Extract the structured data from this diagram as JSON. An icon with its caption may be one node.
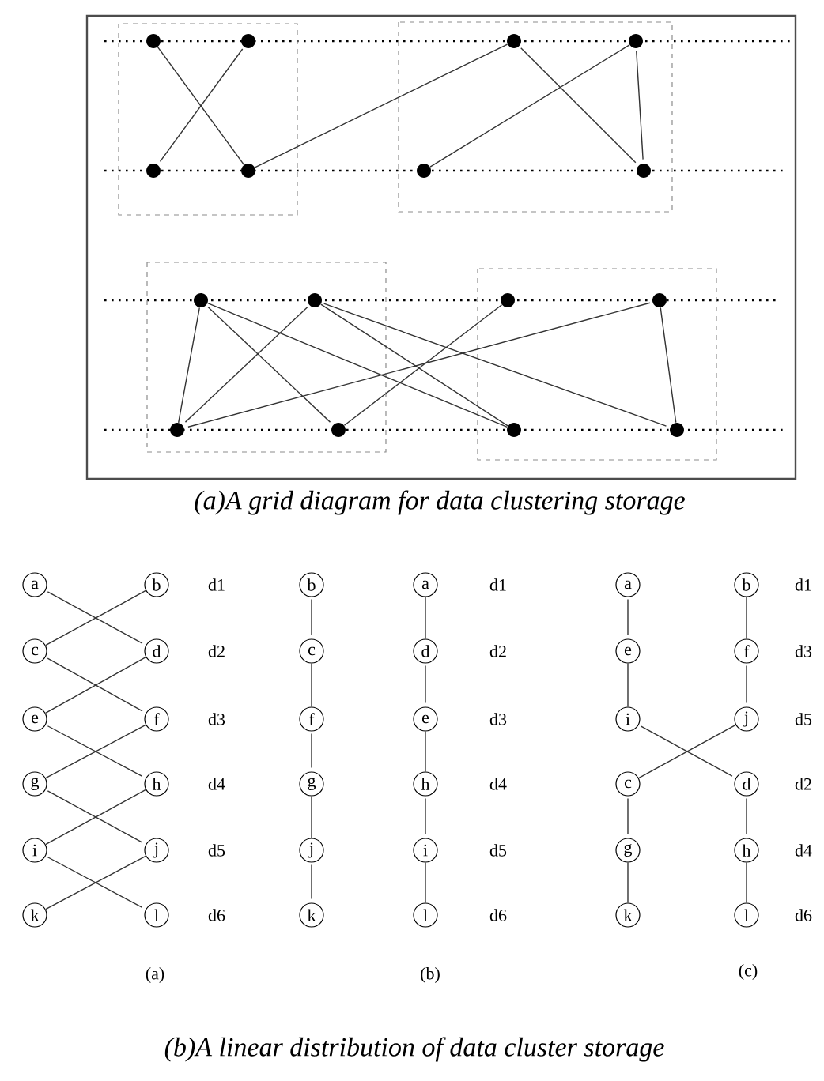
{
  "diagram": {
    "caption": "(b)A linear distribution of data cluster storage",
    "nodes": [
      {
        "text": [],
        "shape": "circle"
      },
      {
        "text": [],
        "shape": "circle"
      },
      {
        "text": [],
        "shape": "circle"
      },
      {
        "text": [],
        "shape": "circle"
      },
      {
        "text": [],
        "shape": "circle"
      },
      {
        "text": [],
        "shape": "circle"
      },
      {
        "text": [],
        "shape": "circle"
      },
      {
        "text": [],
        "shape": "circle"
      },
      {
        "text": [],
        "shape": "circle"
      },
      {
        "text": [],
        "shape": "circle"
      },
      {
        "text": [],
        "shape": "circle"
      },
      {
        "text": [],
        "shape": "circle"
      },
      {
        "text": [],
        "shape": "circle"
      },
      {
        "text": [],
        "shape": "circle"
      },
      {
        "text": [],
        "shape": "circle"
      },
      {
        "text": [],
        "shape": "circle"
      },
      {
        "text": [
          "a"
        ]
      },
      {
        "text": [
          "b"
        ]
      },
      {
        "text": [
          "c"
        ]
      },
      {
        "text": [
          "d"
        ]
      },
      {
        "text": [
          "e"
        ]
      },
      {
        "text": [
          "f"
        ]
      },
      {
        "text": [
          "g"
        ]
      },
      {
        "text": [
          "h"
        ]
      },
      {
        "text": [
          "i"
        ]
      },
      {
        "text": [
          "j"
        ]
      },
      {
        "text": [
          "k"
        ]
      },
      {
        "text": [
          "l"
        ]
      },
      {
        "text": [
          "b"
        ]
      },
      {
        "text": [
          "a"
        ]
      },
      {
        "text": [
          "c"
        ]
      },
      {
        "text": [
          "d"
        ]
      },
      {
        "text": [
          "f"
        ]
      },
      {
        "text": [
          "e"
        ]
      },
      {
        "text": [
          "g"
        ]
      },
      {
        "text": [
          "h"
        ]
      },
      {
        "text": [
          "j"
        ]
      },
      {
        "text": [
          "i"
        ]
      },
      {
        "text": [
          "k"
        ]
      },
      {
        "text": [
          "l"
        ]
      },
      {
        "text": [
          "a"
        ]
      },
      {
        "text": [
          "b"
        ]
      },
      {
        "text": [
          "e"
        ]
      },
      {
        "text": [
          "f"
        ]
      },
      {
        "text": [
          "i"
        ]
      },
      {
        "text": [
          "j"
        ]
      },
      {
        "text": [
          "c"
        ]
      },
      {
        "text": [
          "d"
        ]
      },
      {
        "text": [
          "g"
        ]
      },
      {
        "text": [
          "h"
        ]
      },
      {
        "text": [
          "k"
        ]
      },
      {
        "text": [
          "l"
        ]
      }
    ],
    "edges": [
      {
        "from": 0,
        "to": 5,
        "arrow": "none"
      },
      {
        "from": 1,
        "to": 4,
        "arrow": "none"
      },
      {
        "from": 5,
        "to": 2,
        "arrow": "none"
      },
      {
        "from": 2,
        "to": 7,
        "arrow": "none"
      },
      {
        "from": 6,
        "to": 3,
        "arrow": "none"
      },
      {
        "from": 3,
        "to": 7,
        "arrow": "none"
      },
      {
        "from": 8,
        "to": 12,
        "arrow": "none"
      },
      {
        "from": 8,
        "to": 13,
        "arrow": "none"
      },
      {
        "from": 8,
        "to": 14,
        "arrow": "none"
      },
      {
        "from": 9,
        "to": 12,
        "arrow": "none"
      },
      {
        "from": 9,
        "to": 14,
        "arrow": "none"
      },
      {
        "from": 9,
        "to": 15,
        "arrow": "none"
      },
      {
        "from": 10,
        "to": 13,
        "arrow": "none"
      },
      {
        "from": 11,
        "to": 12,
        "arrow": "none"
      },
      {
        "from": 11,
        "to": 15,
        "arrow": "none"
      },
      {
        "from": 16,
        "to": 19,
        "arrow": "none"
      },
      {
        "from": 17,
        "to": 18,
        "arrow": "none"
      },
      {
        "from": 18,
        "to": 21,
        "arrow": "none"
      },
      {
        "from": 19,
        "to": 20,
        "arrow": "none"
      },
      {
        "from": 20,
        "to": 23,
        "arrow": "none"
      },
      {
        "from": 21,
        "to": 22,
        "arrow": "none"
      },
      {
        "from": 22,
        "to": 25,
        "arrow": "none"
      },
      {
        "from": 23,
        "to": 24,
        "arrow": "none"
      },
      {
        "from": 24,
        "to": 27,
        "arrow": "none"
      },
      {
        "from": 25,
        "to": 26,
        "arrow": "none"
      },
      {
        "from": 28,
        "to": 30,
        "arrow": "none"
      },
      {
        "from": 30,
        "to": 32,
        "arrow": "none"
      },
      {
        "from": 32,
        "to": 34,
        "arrow": "none"
      },
      {
        "from": 34,
        "to": 36,
        "arrow": "none"
      },
      {
        "from": 36,
        "to": 38,
        "arrow": "none"
      },
      {
        "from": 29,
        "to": 31,
        "arrow": "none"
      },
      {
        "from": 31,
        "to": 33,
        "arrow": "none"
      },
      {
        "from": 33,
        "to": 35,
        "arrow": "none"
      },
      {
        "from": 35,
        "to": 37,
        "arrow": "none"
      },
      {
        "from": 37,
        "to": 39,
        "arrow": "none"
      },
      {
        "from": 40,
        "to": 42,
        "arrow": "none"
      },
      {
        "from": 42,
        "to": 44,
        "arrow": "none"
      },
      {
        "from": 44,
        "to": 47,
        "arrow": "none"
      },
      {
        "from": 41,
        "to": 43,
        "arrow": "none"
      },
      {
        "from": 43,
        "to": 45,
        "arrow": "none"
      },
      {
        "from": 45,
        "to": 46,
        "arrow": "none"
      },
      {
        "from": 46,
        "to": 48,
        "arrow": "none"
      },
      {
        "from": 48,
        "to": 50,
        "arrow": "none"
      },
      {
        "from": 47,
        "to": 49,
        "arrow": "none"
      },
      {
        "from": 49,
        "to": 51,
        "arrow": "none"
      }
    ],
    "labels": [
      "(a)A grid diagram for data clustering storage",
      "d1",
      "d2",
      "d3",
      "d4",
      "d5",
      "d6",
      "d1",
      "d2",
      "d3",
      "d4",
      "d5",
      "d6",
      "d1",
      "d3",
      "d5",
      "d2",
      "d4",
      "d6",
      "(a)",
      "(b)",
      "(c)"
    ]
  }
}
